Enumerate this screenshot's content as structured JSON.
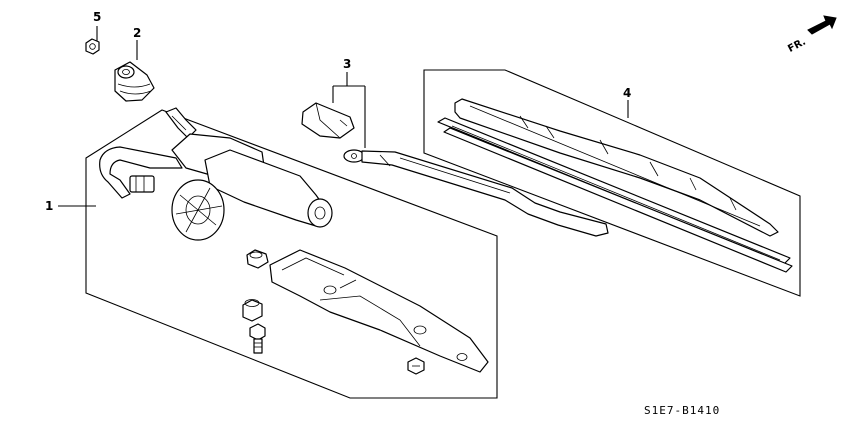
{
  "callouts": [
    {
      "id": "callout-1",
      "label": "1"
    },
    {
      "id": "callout-2",
      "label": "2"
    },
    {
      "id": "callout-3",
      "label": "3"
    },
    {
      "id": "callout-4",
      "label": "4"
    },
    {
      "id": "callout-5",
      "label": "5"
    }
  ],
  "orientation_label": "FR.",
  "diagram_code": "S1E7-B1410",
  "icons": {
    "front_arrow": "front-direction-arrow-icon"
  }
}
